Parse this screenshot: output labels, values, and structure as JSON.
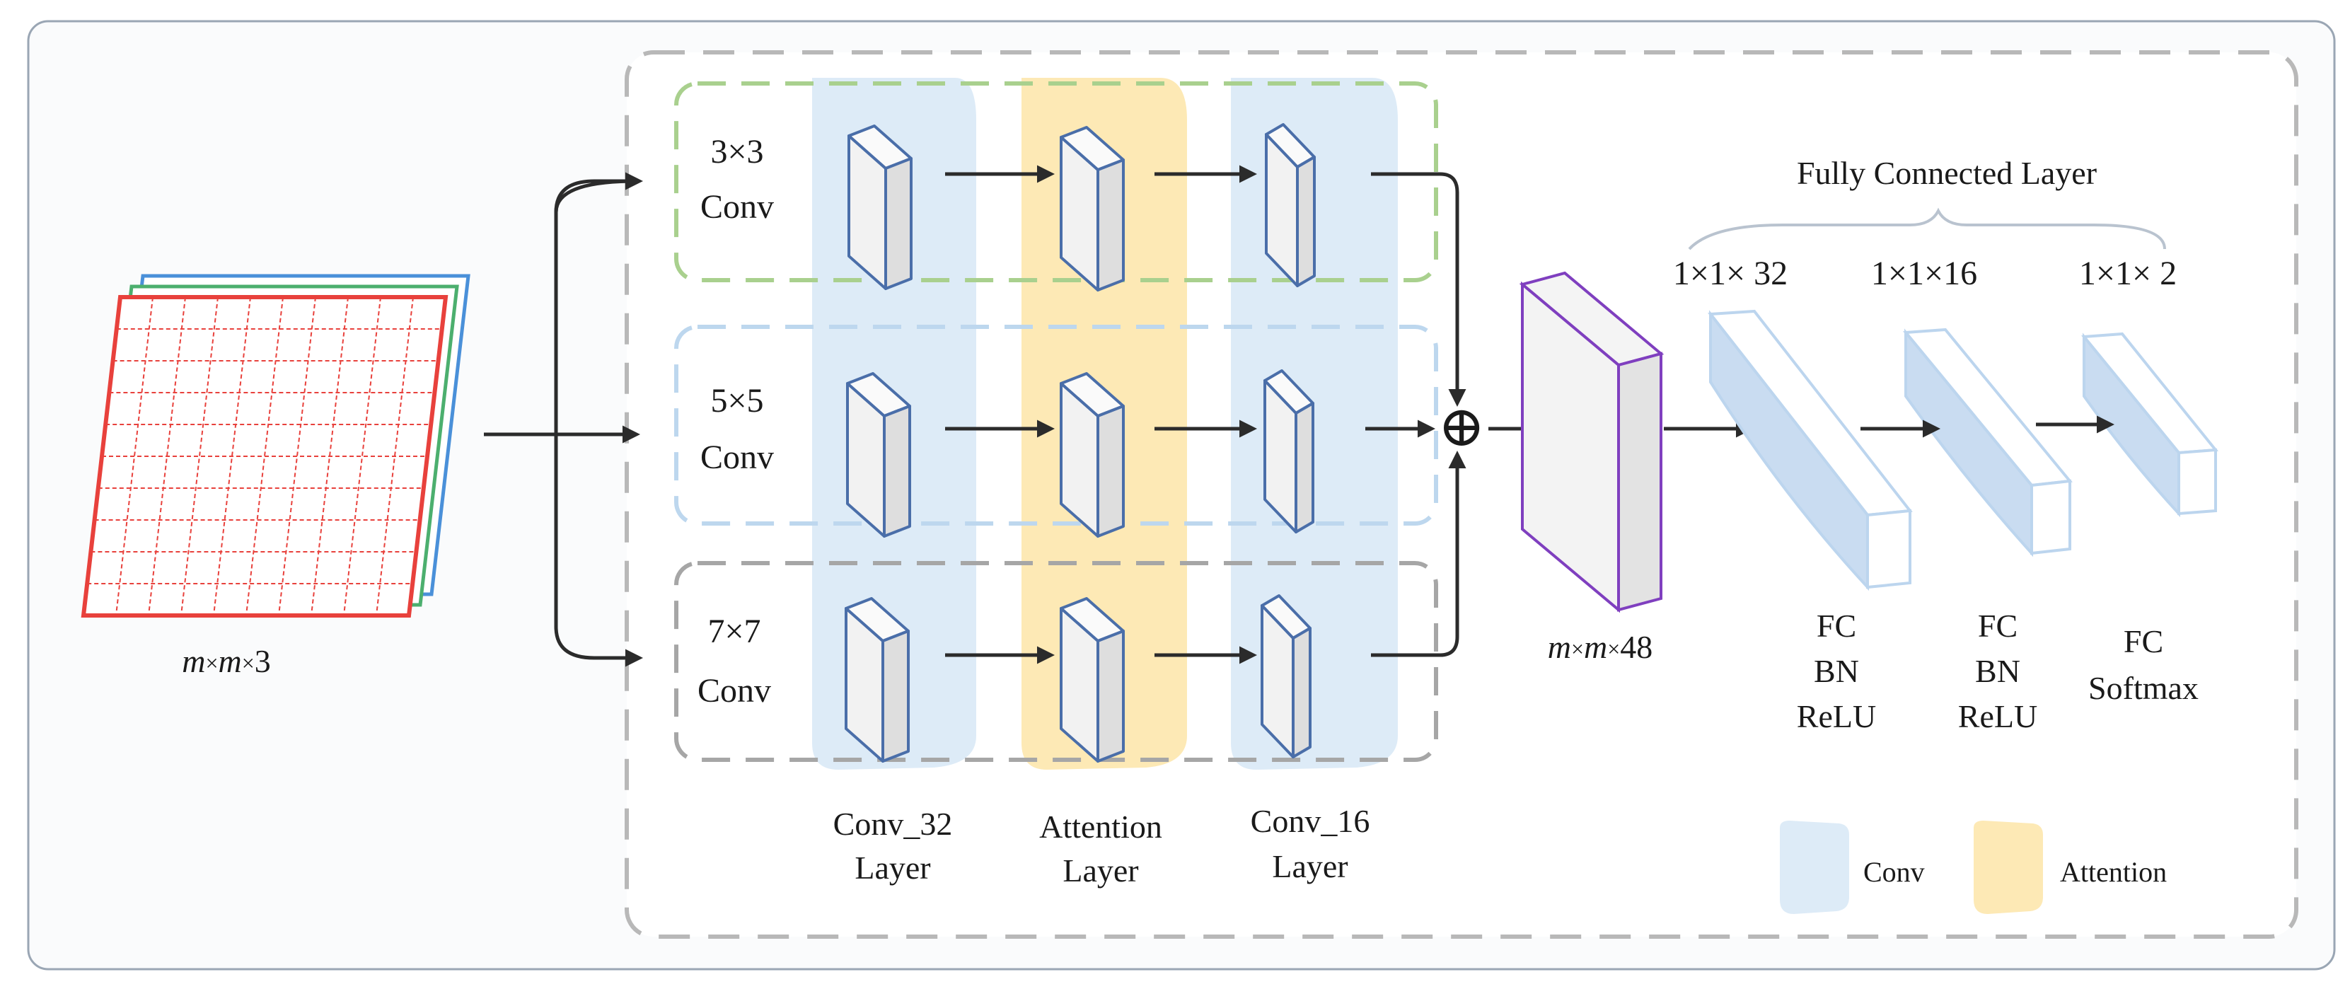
{
  "input": {
    "label_m1": "m",
    "label_x1": "×",
    "label_m2": "m",
    "label_x2": "×",
    "label_3": "3"
  },
  "branches": [
    {
      "kernel": "3×3",
      "name": "Conv",
      "color": "#a9d08e"
    },
    {
      "kernel": "5×5",
      "name": "Conv",
      "color": "#bdd7ee"
    },
    {
      "kernel": "7×7",
      "name": "Conv",
      "color": "#a6a6a6"
    }
  ],
  "columns": {
    "conv32": {
      "line1": "Conv_32",
      "line2": "Layer"
    },
    "attention": {
      "line1": "Attention",
      "line2": "Layer"
    },
    "conv16": {
      "line1": "Conv_16",
      "line2": "Layer"
    }
  },
  "merge": {
    "symbol": "⊕",
    "label_m1": "m",
    "label_x1": "×",
    "label_m2": "m",
    "label_x2": "×",
    "label_48": "48"
  },
  "fc": {
    "title": "Fully Connected Layer",
    "layers": [
      {
        "dim": "1×1× 32",
        "lines": [
          "FC",
          "BN",
          "ReLU"
        ]
      },
      {
        "dim": "1×1×16",
        "lines": [
          "FC",
          "BN",
          "ReLU"
        ]
      },
      {
        "dim": "1×1× 2",
        "lines": [
          "FC",
          "Softmax"
        ]
      }
    ]
  },
  "legend": {
    "conv": {
      "label": "Conv",
      "color": "#ddebf7"
    },
    "attention": {
      "label": "Attention",
      "color": "#fde9b5"
    }
  },
  "colors": {
    "block_edge": "#4a6ea9",
    "merged_edge": "#7f3fbf",
    "fc_edge": "#9dc3e6",
    "arrow": "#2b2b2b"
  }
}
